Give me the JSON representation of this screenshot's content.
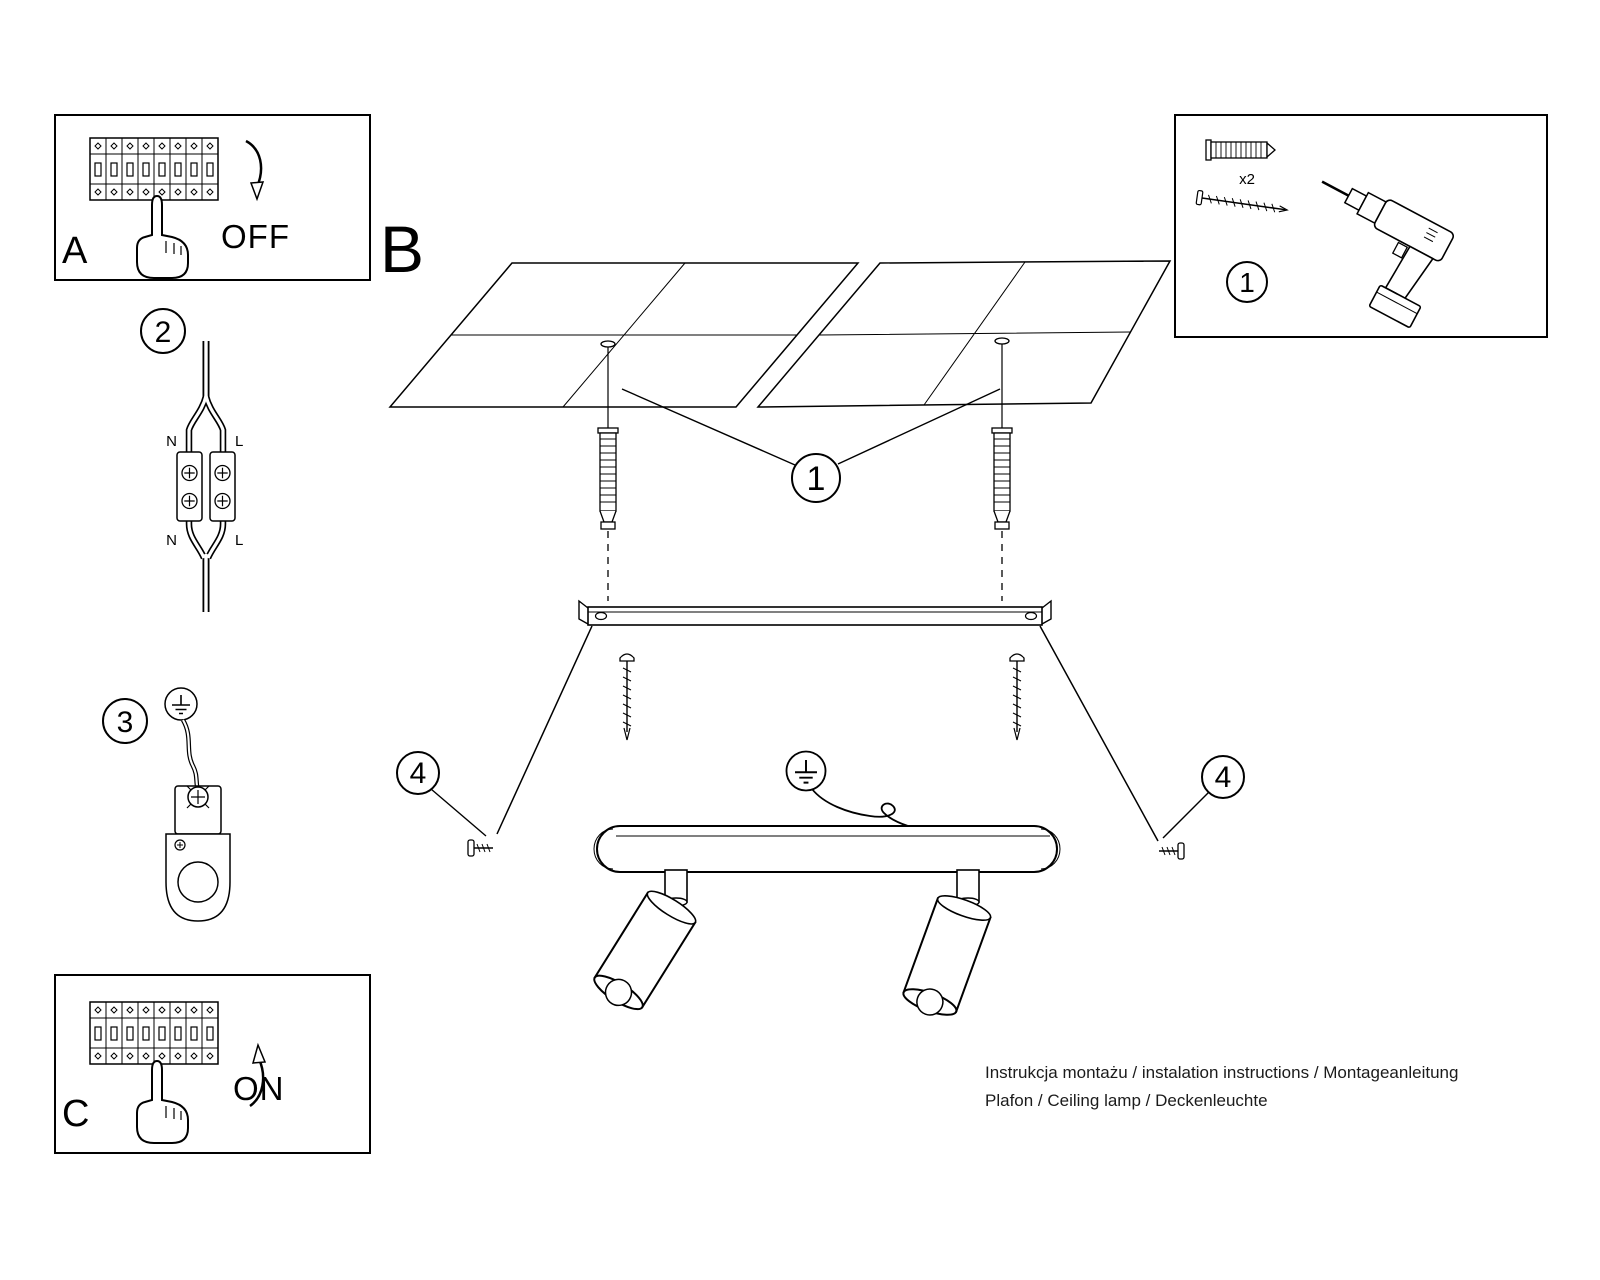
{
  "panel_a": {
    "letter": "A",
    "switch_state": "OFF"
  },
  "panel_b": {
    "letter": "B"
  },
  "panel_c": {
    "letter": "C",
    "switch_state": "ON"
  },
  "parts_box": {
    "step_number": "1",
    "anchor_qty": "x2"
  },
  "step_numbers": {
    "one": "1",
    "two": "2",
    "three": "3",
    "four": "4"
  },
  "terminal": {
    "neutral": "N",
    "line": "L"
  },
  "footer": {
    "line1": "Instrukcja montażu / instalation instructions / Montageanleitung",
    "line2": "Plafon / Ceiling lamp / Deckenleuchte"
  }
}
